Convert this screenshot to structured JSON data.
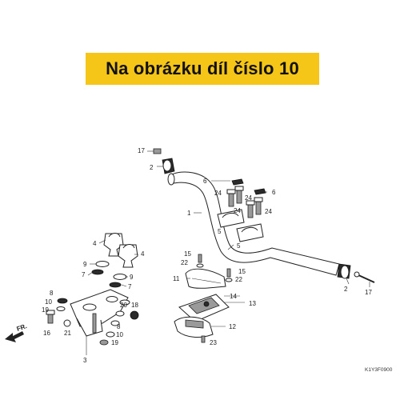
{
  "banner": {
    "text": "Na obrázku díl číslo 10"
  },
  "diagram": {
    "catalog_code": "K1Y3F0900",
    "direction_label": "FR.",
    "callouts": {
      "p1": "1",
      "p2a": "2",
      "p2b": "2",
      "p3": "3",
      "p4a": "4",
      "p4b": "4",
      "p5a": "5",
      "p5b": "5",
      "p6a": "6",
      "p6b": "6",
      "p7a": "7",
      "p7b": "7",
      "p8a": "8",
      "p8b": "8",
      "p9a": "9",
      "p9b": "9",
      "p10a": "10",
      "p10b": "10",
      "p11": "11",
      "p12": "12",
      "p13": "13",
      "p14": "14",
      "p15a": "15",
      "p15b": "15",
      "p16": "16",
      "p17a": "17",
      "p17b": "17",
      "p18": "18",
      "p19a": "19",
      "p19b": "19",
      "p20": "20",
      "p21": "21",
      "p22a": "22",
      "p22b": "22",
      "p23": "23",
      "p24a": "24",
      "p24b": "24",
      "p24c": "24",
      "p24d": "24"
    }
  }
}
